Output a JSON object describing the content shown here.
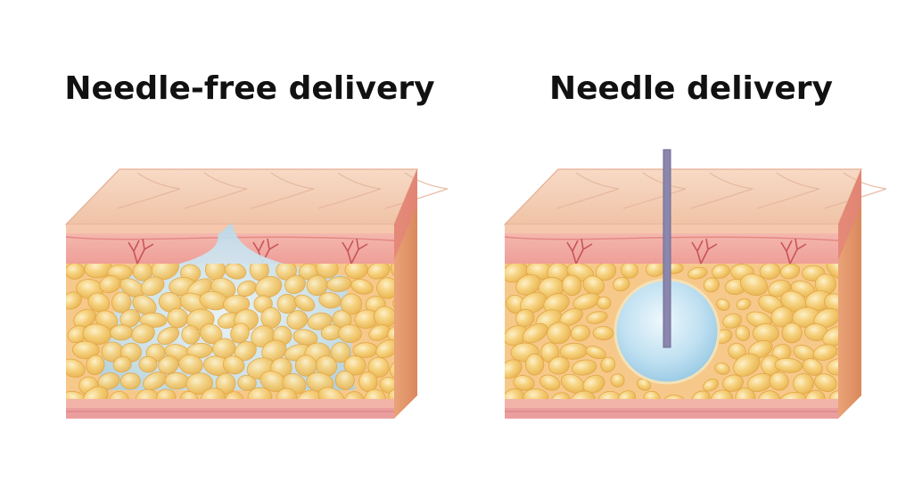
{
  "panels": [
    {
      "title": "Needle-free delivery",
      "method": "needle-free"
    },
    {
      "title": "Needle delivery",
      "method": "needle"
    }
  ],
  "colors": {
    "background": "#ffffff",
    "title_text": "#111111",
    "epidermis_top": "#f3cdb4",
    "epidermis_line": "#e4ad92",
    "dermis": "#f0aaa4",
    "dermis_dark": "#e48883",
    "fat_tissue_bg": "#f6c98a",
    "fat_cell_fill": "#f2c76a",
    "fat_cell_highlight": "#fbe8b6",
    "fat_cell_stroke": "#e2a645",
    "blood_vessel": "#c8545a",
    "side_face": "#e79a6d",
    "bottom_layer": "#ea9f9e",
    "fluid": "#b9dcee",
    "needle": "#8a86ad"
  }
}
